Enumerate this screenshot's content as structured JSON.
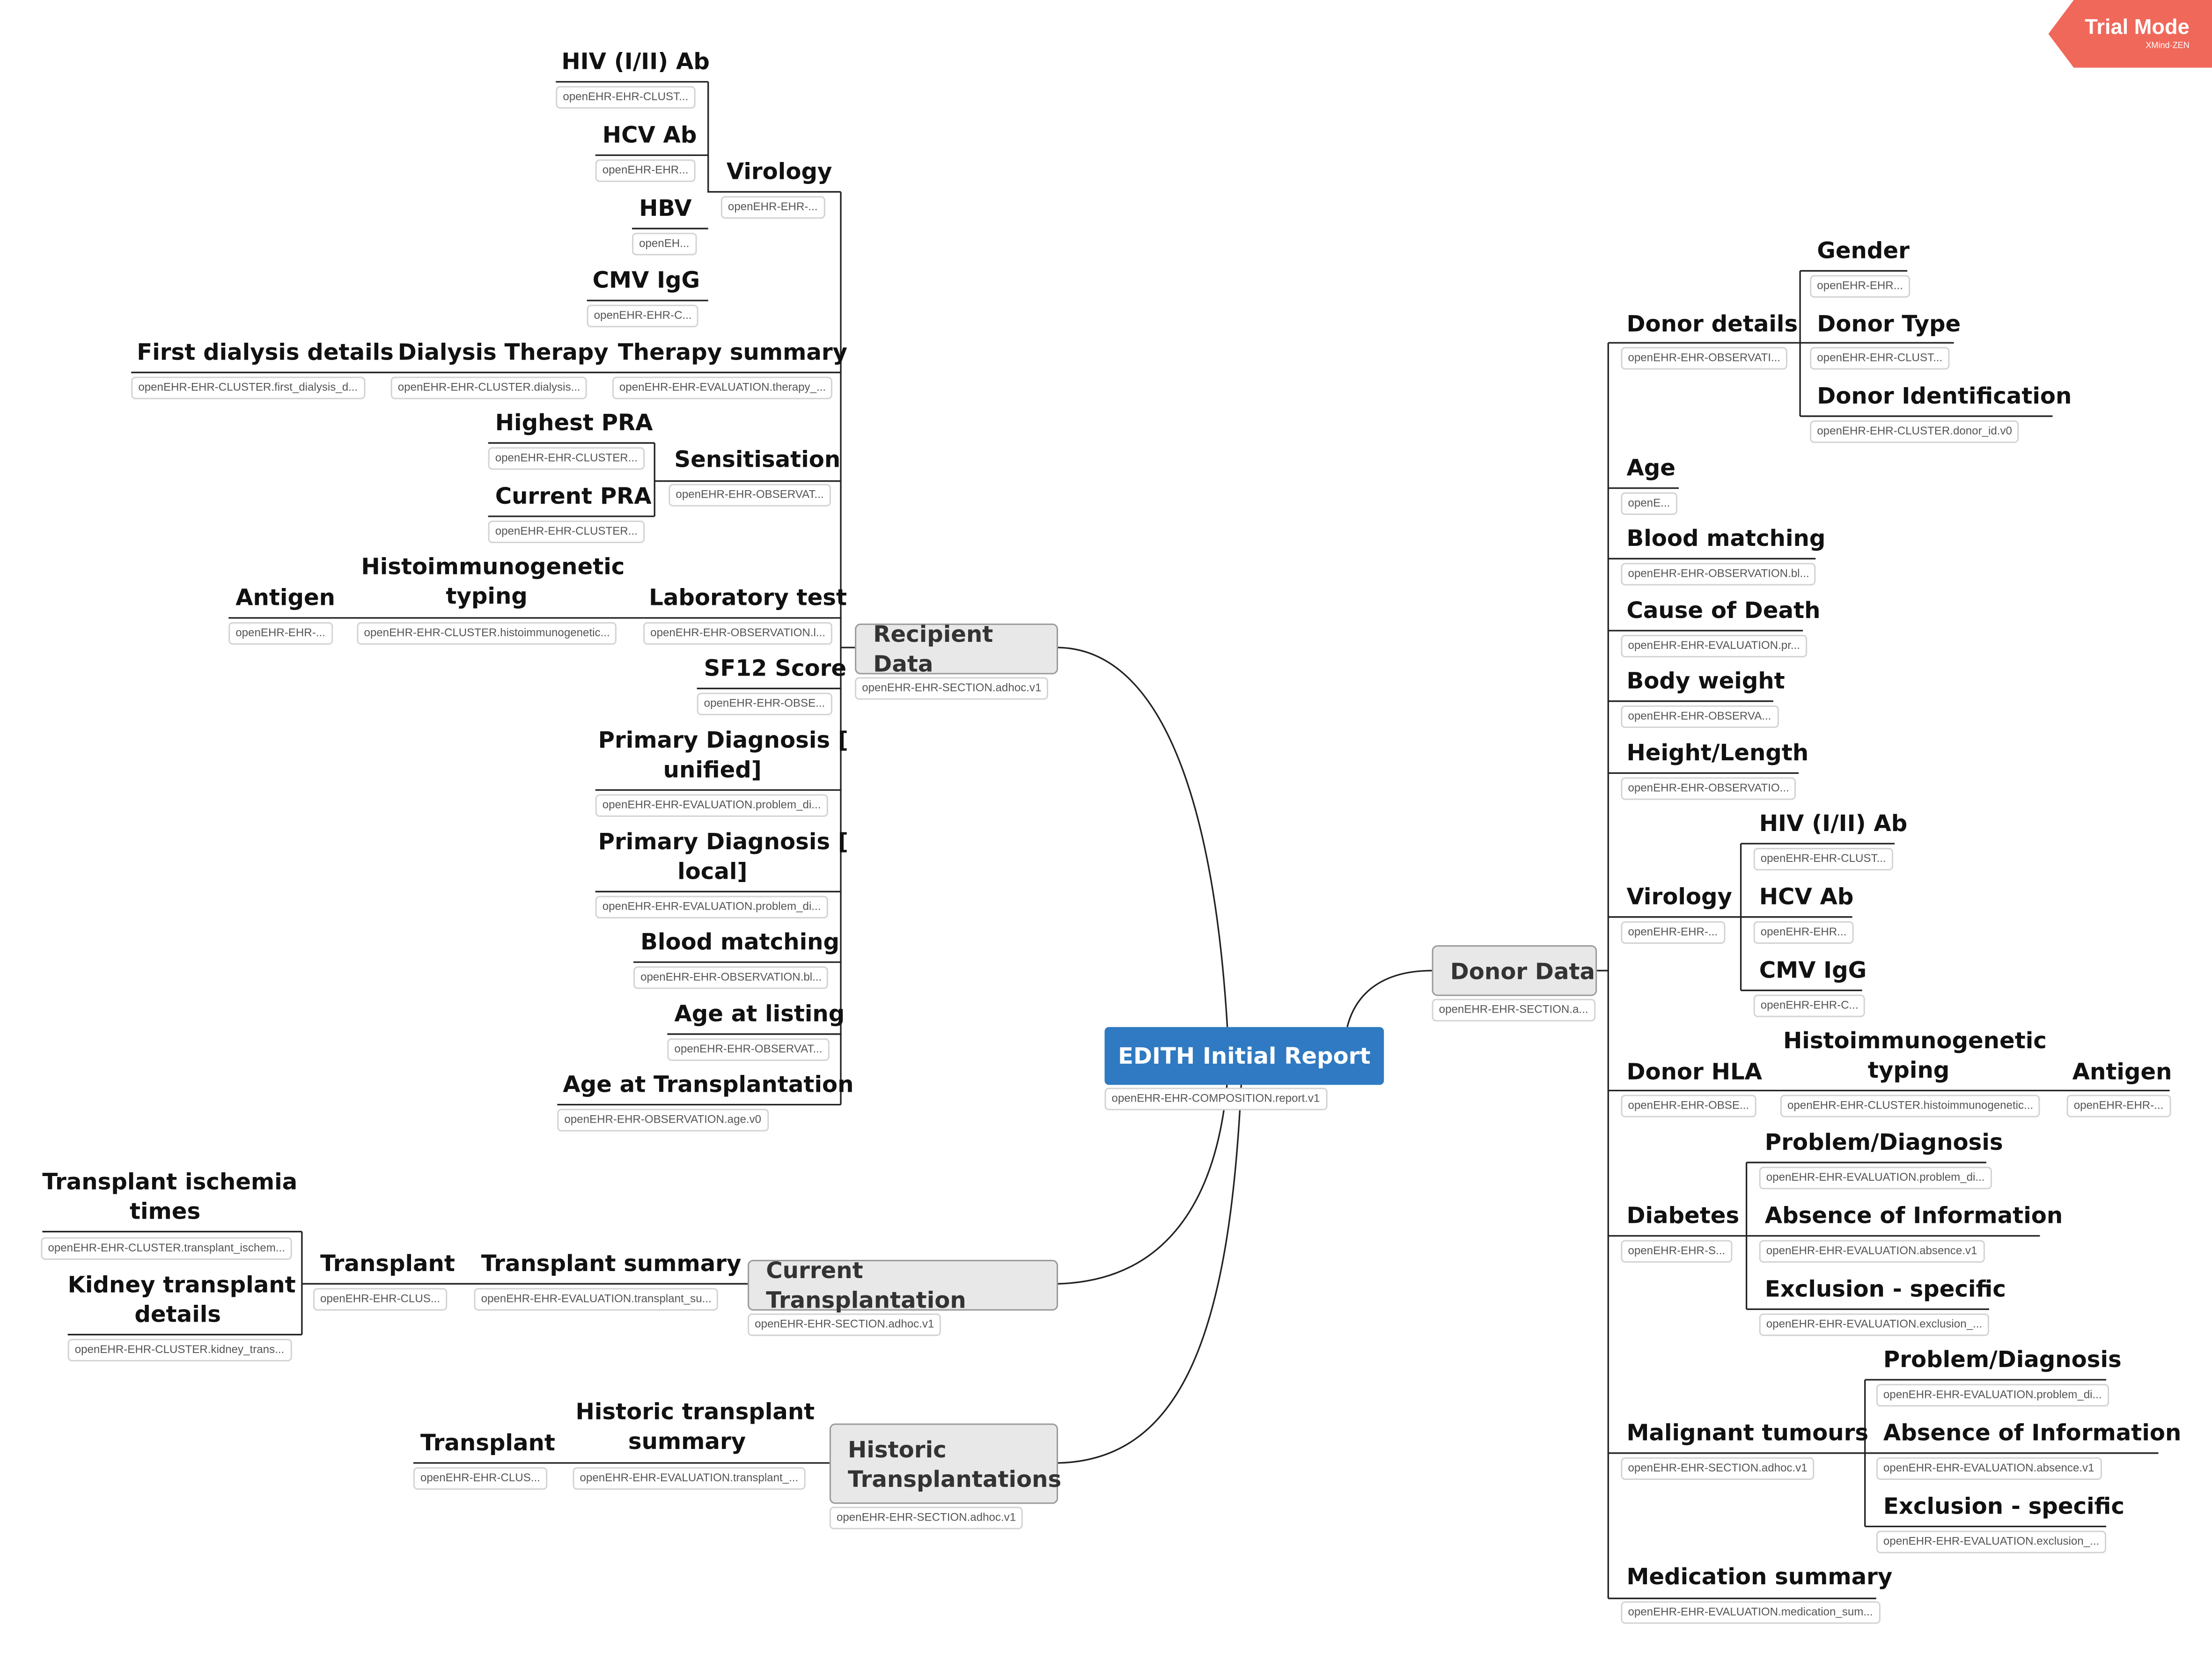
{
  "root": {
    "title": "EDITH Initial Report",
    "tag": "openEHR-EHR-COMPOSITION.report.v1"
  },
  "trial": {
    "mode": "Trial Mode",
    "brand": "XMind·ZEN"
  },
  "colors": {
    "root": "#2f7ac2",
    "trial": "#f0685a",
    "line": "#222222",
    "box": "#e8e8e8"
  },
  "recipient": {
    "title": "Recipient Data",
    "tag": "openEHR-EHR-SECTION.adhoc.v1",
    "virology": {
      "title": "Virology",
      "tag": "openEHR-EHR-...",
      "hiv": {
        "title": "HIV (I/II) Ab",
        "tag": "openEHR-EHR-CLUST..."
      },
      "hcv": {
        "title": "HCV Ab",
        "tag": "openEHR-EHR..."
      },
      "hbv": {
        "title": "HBV",
        "tag": "openEH..."
      },
      "cmv": {
        "title": "CMV IgG",
        "tag": "openEHR-EHR-C..."
      }
    },
    "therapy": {
      "title": "Therapy summary",
      "tag": "openEHR-EHR-EVALUATION.therapy_...",
      "dialysis": {
        "title": "Dialysis Therapy",
        "tag": "openEHR-EHR-CLUSTER.dialysis..."
      },
      "first": {
        "title": "First dialysis details",
        "tag": "openEHR-EHR-CLUSTER.first_dialysis_d..."
      }
    },
    "sensitisation": {
      "title": "Sensitisation",
      "tag": "openEHR-EHR-OBSERVAT...",
      "highest": {
        "title": "Highest PRA",
        "tag": "openEHR-EHR-CLUSTER..."
      },
      "current": {
        "title": "Current PRA",
        "tag": "openEHR-EHR-CLUSTER..."
      }
    },
    "lab": {
      "title": "Laboratory test",
      "tag": "openEHR-EHR-OBSERVATION.l...",
      "histo": {
        "title1": "Histoimmunogenetic",
        "title2": "typing",
        "tag": "openEHR-EHR-CLUSTER.histoimmunogenetic..."
      },
      "antigen": {
        "title": "Antigen",
        "tag": "openEHR-EHR-..."
      }
    },
    "sf12": {
      "title": "SF12 Score",
      "tag": "openEHR-EHR-OBSE..."
    },
    "pd_unified": {
      "title1": "Primary Diagnosis [",
      "title2": "unified]",
      "tag": "openEHR-EHR-EVALUATION.problem_di..."
    },
    "pd_local": {
      "title1": "Primary Diagnosis [",
      "title2": "local]",
      "tag": "openEHR-EHR-EVALUATION.problem_di..."
    },
    "blood": {
      "title": "Blood matching",
      "tag": "openEHR-EHR-OBSERVATION.bl..."
    },
    "age_listing": {
      "title": "Age at listing",
      "tag": "openEHR-EHR-OBSERVAT..."
    },
    "age_tx": {
      "title": "Age at Transplantation",
      "tag": "openEHR-EHR-OBSERVATION.age.v0"
    }
  },
  "current_tx": {
    "title": "Current Transplantation",
    "tag": "openEHR-EHR-SECTION.adhoc.v1",
    "summary": {
      "title": "Transplant summary",
      "tag": "openEHR-EHR-EVALUATION.transplant_su..."
    },
    "transplant": {
      "title": "Transplant",
      "tag": "openEHR-EHR-CLUS..."
    },
    "ischemia": {
      "title1": "Transplant ischemia",
      "title2": "times",
      "tag": "openEHR-EHR-CLUSTER.transplant_ischem..."
    },
    "kidney": {
      "title1": "Kidney transplant",
      "title2": "details",
      "tag": "openEHR-EHR-CLUSTER.kidney_trans..."
    }
  },
  "historic_tx": {
    "title1": "Historic",
    "title2": "Transplantations",
    "tag": "openEHR-EHR-SECTION.adhoc.v1",
    "summary": {
      "title1": "Historic transplant",
      "title2": "summary",
      "tag": "openEHR-EHR-EVALUATION.transplant_..."
    },
    "transplant": {
      "title": "Transplant",
      "tag": "openEHR-EHR-CLUS..."
    }
  },
  "donor": {
    "title": "Donor Data",
    "tag": "openEHR-EHR-SECTION.a...",
    "details": {
      "title": "Donor details",
      "tag": "openEHR-EHR-OBSERVATI...",
      "gender": {
        "title": "Gender",
        "tag": "openEHR-EHR..."
      },
      "type": {
        "title": "Donor Type",
        "tag": "openEHR-EHR-CLUST..."
      },
      "ident": {
        "title": "Donor Identification",
        "tag": "openEHR-EHR-CLUSTER.donor_id.v0"
      }
    },
    "age": {
      "title": "Age",
      "tag": "openE..."
    },
    "blood": {
      "title": "Blood matching",
      "tag": "openEHR-EHR-OBSERVATION.bl..."
    },
    "cause": {
      "title": "Cause of Death",
      "tag": "openEHR-EHR-EVALUATION.pr..."
    },
    "weight": {
      "title": "Body weight",
      "tag": "openEHR-EHR-OBSERVA..."
    },
    "height": {
      "title": "Height/Length",
      "tag": "openEHR-EHR-OBSERVATIO..."
    },
    "virology": {
      "title": "Virology",
      "tag": "openEHR-EHR-...",
      "hiv": {
        "title": "HIV (I/II) Ab",
        "tag": "openEHR-EHR-CLUST..."
      },
      "hcv": {
        "title": "HCV Ab",
        "tag": "openEHR-EHR..."
      },
      "cmv": {
        "title": "CMV IgG",
        "tag": "openEHR-EHR-C..."
      }
    },
    "hla": {
      "title": "Donor HLA",
      "tag": "openEHR-EHR-OBSE...",
      "histo": {
        "title1": "Histoimmunogenetic",
        "title2": "typing",
        "tag": "openEHR-EHR-CLUSTER.histoimmunogenetic..."
      },
      "antigen": {
        "title": "Antigen",
        "tag": "openEHR-EHR-..."
      }
    },
    "diabetes": {
      "title": "Diabetes",
      "tag": "openEHR-EHR-S...",
      "problem": {
        "title": "Problem/Diagnosis",
        "tag": "openEHR-EHR-EVALUATION.problem_di..."
      },
      "absence": {
        "title": "Absence of Information",
        "tag": "openEHR-EHR-EVALUATION.absence.v1"
      },
      "exclusion": {
        "title": "Exclusion - specific",
        "tag": "openEHR-EHR-EVALUATION.exclusion_..."
      }
    },
    "malignant": {
      "title": "Malignant tumours",
      "tag": "openEHR-EHR-SECTION.adhoc.v1",
      "problem": {
        "title": "Problem/Diagnosis",
        "tag": "openEHR-EHR-EVALUATION.problem_di..."
      },
      "absence": {
        "title": "Absence of Information",
        "tag": "openEHR-EHR-EVALUATION.absence.v1"
      },
      "exclusion": {
        "title": "Exclusion - specific",
        "tag": "openEHR-EHR-EVALUATION.exclusion_..."
      }
    },
    "medication": {
      "title": "Medication summary",
      "tag": "openEHR-EHR-EVALUATION.medication_sum..."
    }
  }
}
